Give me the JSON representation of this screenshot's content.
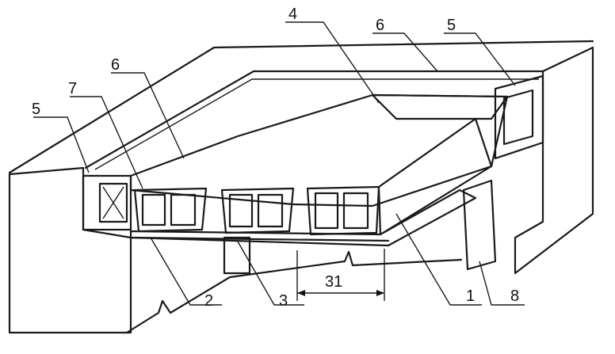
{
  "diagram": {
    "callouts": [
      {
        "id": "c5a",
        "text": "5"
      },
      {
        "id": "c7",
        "text": "7"
      },
      {
        "id": "c6a",
        "text": "6"
      },
      {
        "id": "c4",
        "text": "4"
      },
      {
        "id": "c6b",
        "text": "6"
      },
      {
        "id": "c5b",
        "text": "5"
      },
      {
        "id": "c2",
        "text": "2"
      },
      {
        "id": "c3",
        "text": "3"
      },
      {
        "id": "c31",
        "text": "31"
      },
      {
        "id": "c1",
        "text": "1"
      },
      {
        "id": "c8",
        "text": "8"
      }
    ]
  }
}
